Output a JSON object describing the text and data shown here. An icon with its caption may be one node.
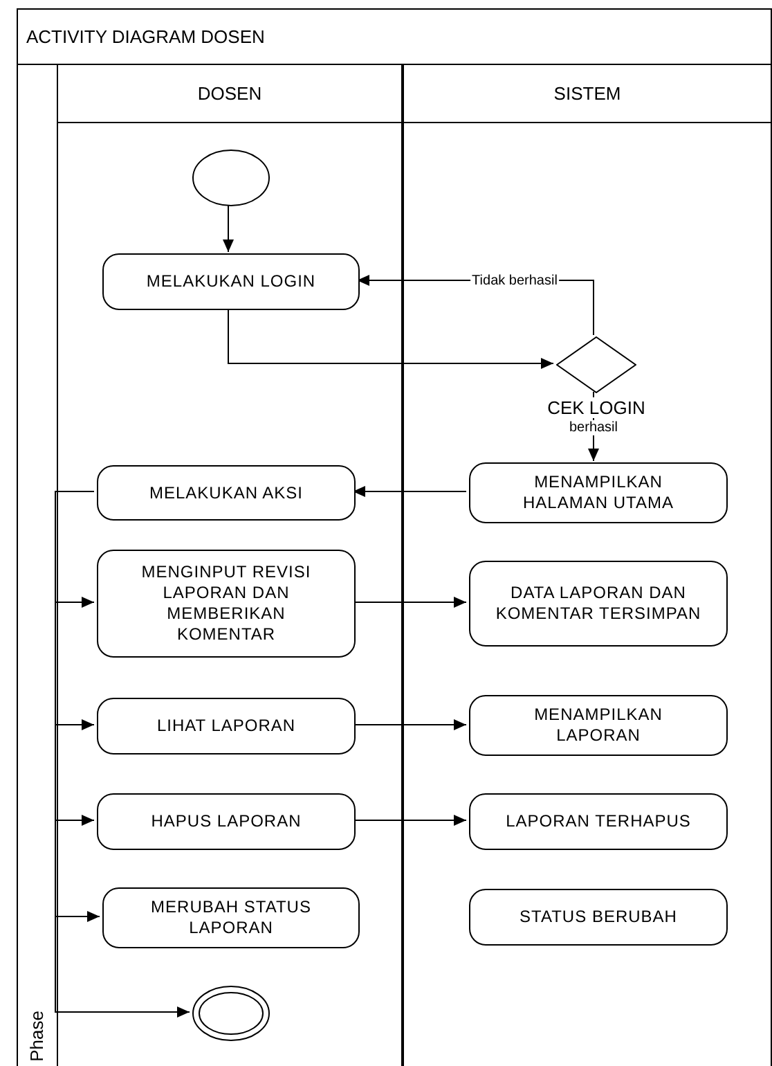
{
  "diagram": {
    "nodes": [
      {
        "text": [
          "ACTIVITY DIAGRAM DOSEN"
        ]
      },
      {
        "text": [
          "DOSEN"
        ],
        "in": 0
      },
      {
        "text": [
          "SISTEM"
        ],
        "in": 0
      },
      {
        "text": [
          "Phase"
        ],
        "in": 0
      },
      {
        "text": [],
        "shape": "circle",
        "in": 1
      },
      {
        "text": [
          "MELAKUKAN LOGIN"
        ],
        "in": 1
      },
      {
        "text": [
          "CEK LOGIN"
        ],
        "in": 2
      },
      {
        "text": [
          "MENAMPILKAN HALAMAN UTAMA"
        ],
        "in": 2
      },
      {
        "text": [
          "MELAKUKAN AKSI"
        ],
        "in": 1
      },
      {
        "text": [
          "MENGINPUT REVISI LAPORAN DAN MEMBERIKAN KOMENTAR"
        ],
        "in": 1
      },
      {
        "text": [
          "DATA LAPORAN DAN KOMENTAR TERSIMPAN"
        ],
        "in": 2
      },
      {
        "text": [
          "LIHAT LAPORAN"
        ],
        "in": 1
      },
      {
        "text": [
          "MENAMPILKAN LAPORAN"
        ],
        "in": 2
      },
      {
        "text": [
          "HAPUS LAPORAN"
        ],
        "in": 1
      },
      {
        "text": [
          "LAPORAN TERHAPUS"
        ],
        "in": 2
      },
      {
        "text": [
          "MERUBAH STATUS LAPORAN"
        ],
        "in": 1
      },
      {
        "text": [
          "STATUS BERUBAH"
        ],
        "in": 2
      },
      {
        "text": [],
        "shape": "circle",
        "in": 1
      }
    ],
    "edges": [
      {
        "from": 4,
        "to": 5,
        "arrow": "to"
      },
      {
        "from": 5,
        "to": 6,
        "arrow": "to"
      },
      {
        "from": 6,
        "to": 5,
        "arrow": "to",
        "label": "Tidak berhasil"
      },
      {
        "from": 6,
        "to": 7,
        "arrow": "to",
        "label": "berhasil"
      },
      {
        "from": 7,
        "to": 8,
        "arrow": "to"
      },
      {
        "from": 8,
        "to": 9,
        "arrow": "to"
      },
      {
        "from": 8,
        "to": 11,
        "arrow": "to"
      },
      {
        "from": 8,
        "to": 13,
        "arrow": "to"
      },
      {
        "from": 8,
        "to": 15,
        "arrow": "to"
      },
      {
        "from": 8,
        "to": 17,
        "arrow": "to"
      },
      {
        "from": 9,
        "to": 10,
        "arrow": "to"
      },
      {
        "from": 11,
        "to": 12,
        "arrow": "to"
      },
      {
        "from": 13,
        "to": 14,
        "arrow": "to"
      }
    ]
  }
}
